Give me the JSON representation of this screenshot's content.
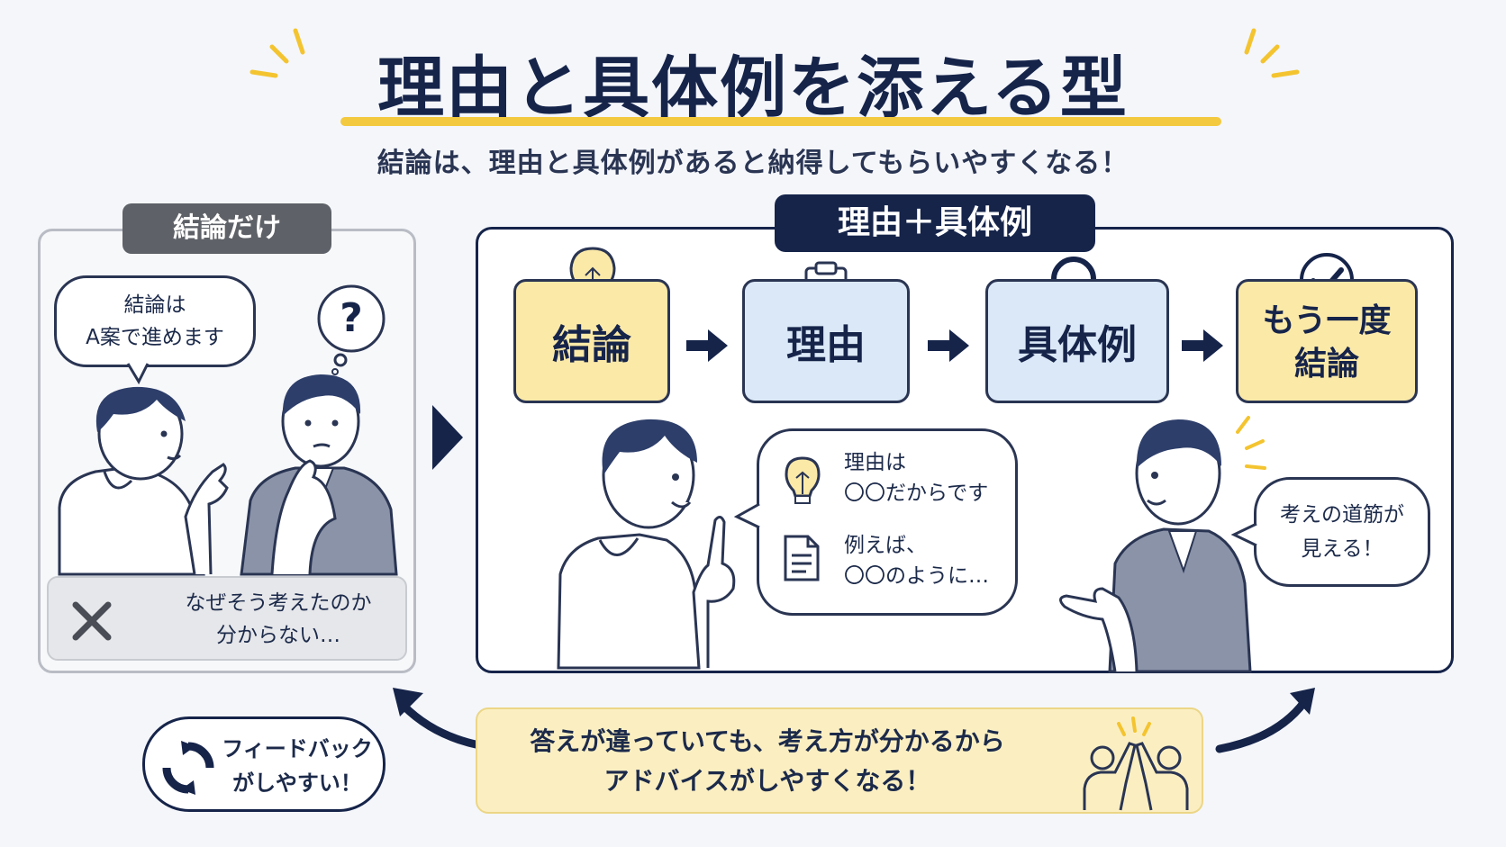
{
  "title": "理由と具体例を添える型",
  "subtitle": "結論は、理由と具体例があると納得してもらいやすくなる！",
  "left_panel": {
    "tag": "結論だけ",
    "speech_line1": "結論は",
    "speech_line2": "A案で進めます",
    "callout_line1": "なぜそう考えたのか",
    "callout_line2": "分からない…",
    "callout_icon": "x-mark-icon",
    "thought_icon": "question-mark-icon"
  },
  "right_panel": {
    "tag": "理由＋具体例",
    "steps": [
      {
        "label": "結論",
        "icon": "lightbulb-icon"
      },
      {
        "label": "理由",
        "icon": "clipboard-icon"
      },
      {
        "label": "具体例",
        "icon": "magnifier-icon"
      },
      {
        "label_line1": "もう一度",
        "label_line2": "結論",
        "icon": "check-circle-icon"
      }
    ],
    "speech_reason_line1": "理由は",
    "speech_reason_line2": "〇〇だからです",
    "speech_example_line1": "例えば、",
    "speech_example_line2": "〇〇のように…",
    "listener_line1": "考えの道筋が",
    "listener_line2": "見える！"
  },
  "bottom": {
    "message_line1": "答えが違っていても、考え方が分かるから",
    "message_line2": "アドバイスがしやすくなる！",
    "feedback_line1": "フィードバック",
    "feedback_line2": "がしやすい！",
    "feedback_icon": "refresh-cycle-icon",
    "highfive_icon": "high-five-icon"
  },
  "colors": {
    "navy": "#16244a",
    "yellow_accent": "#f3c93f",
    "step_yellow": "#fbe9a8",
    "step_blue": "#dbe8f7",
    "tag_gray": "#5e6167"
  }
}
